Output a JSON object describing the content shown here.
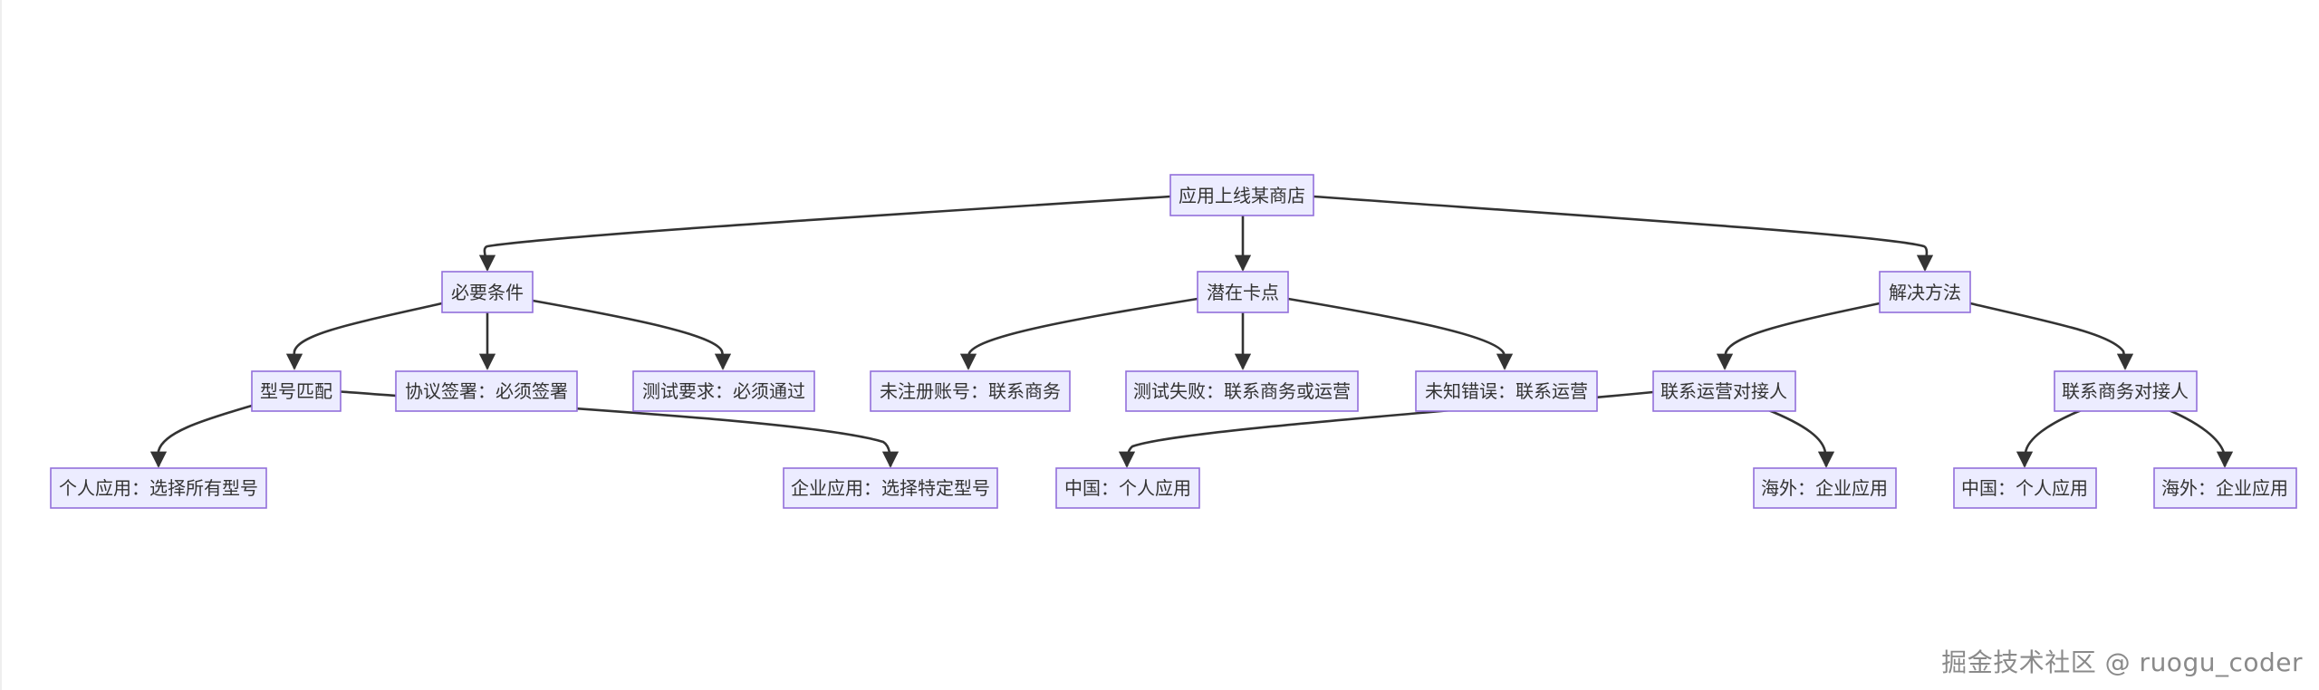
{
  "diagram": {
    "type": "flowchart-tree",
    "colors": {
      "node_fill": "#ECECFF",
      "node_border": "#9370DB",
      "edge": "#333333",
      "text": "#333333"
    },
    "nodes": {
      "root": "应用上线某商店",
      "requirements": "必要条件",
      "blockers": "潜在卡点",
      "solutions": "解决方法",
      "model_match": "型号匹配",
      "agreement": "协议签署：必须签署",
      "test_req": "测试要求：必须通过",
      "unreg": "未注册账号：联系商务",
      "test_fail": "测试失败：联系商务或运营",
      "unknown_err": "未知错误：联系运营",
      "ops_contact": "联系运营对接人",
      "biz_contact": "联系商务对接人",
      "personal_all": "个人应用：选择所有型号",
      "enterprise_specific": "企业应用：选择特定型号",
      "ops_cn": "中国：个人应用",
      "ops_overseas": "海外：企业应用",
      "biz_cn": "中国：个人应用",
      "biz_overseas": "海外：企业应用"
    }
  },
  "watermark": "掘金技术社区 @ ruogu_coder"
}
